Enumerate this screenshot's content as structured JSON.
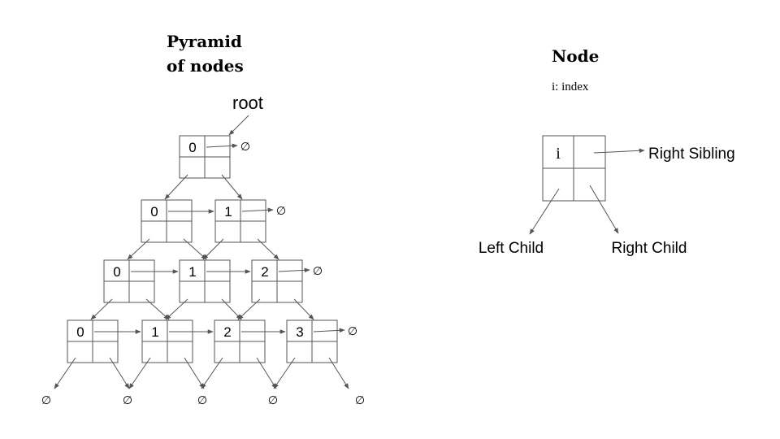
{
  "left_title": {
    "line1": "Pyramid",
    "line2": "of nodes"
  },
  "root_label": "root",
  "null_symbol": "∅",
  "pyramid": {
    "rows": [
      [
        "0"
      ],
      [
        "0",
        "1"
      ],
      [
        "0",
        "1",
        "2"
      ],
      [
        "0",
        "1",
        "2",
        "3"
      ]
    ]
  },
  "legend": {
    "title": "Node",
    "subtitle": "i: index",
    "index_label": "i",
    "right_sibling": "Right Sibling",
    "left_child": "Left Child",
    "right_child": "Right Child"
  },
  "colors": {
    "line": "#555555",
    "text": "#000000"
  }
}
